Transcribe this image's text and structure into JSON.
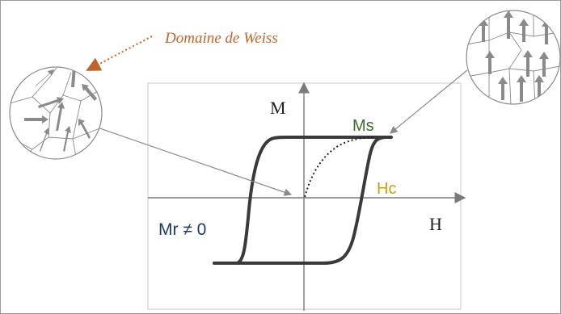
{
  "labels": {
    "domain": "Domaine de Weiss",
    "axis_m": "M",
    "axis_h": "H",
    "ms": "Ms",
    "hc": "Hc",
    "mr": "Mr ≠ 0"
  },
  "colors": {
    "domain": "#c0652a",
    "ms": "#3f6b2a",
    "hc": "#c7a012",
    "mr": "#1f3a64",
    "curve": "#3a3a3a",
    "arrow": "#8a8a8a"
  },
  "icons": {
    "domain_arrow": "arrow-icon"
  }
}
